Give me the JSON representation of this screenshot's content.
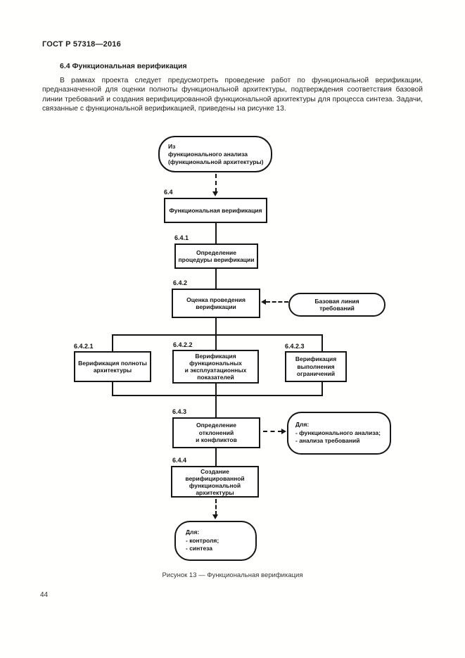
{
  "page": {
    "header": "ГОСТ Р 57318—2016",
    "section_heading": "6.4 Функциональная верификация",
    "paragraph": "В рамках проекта следует предусмотреть проведение работ по функциональной верификации, предназначенной для оценки полноты функциональной архитектуры, подтверждения соответствия базовой линии требований и создания верифицированной функциональной архитектуры для процесса синтеза. Задачи, связанные с функциональной верификацией, приведены на рисунке 13.",
    "figure_caption": "Рисунок 13 — Функциональная верификация",
    "page_number": "44"
  },
  "diagram": {
    "start_terminator": "Из\nфункционального анализа\n(функциональной архитектуры)",
    "n64": {
      "id": "6.4",
      "label": "Функциональная верификация"
    },
    "n641": {
      "id": "6.4.1",
      "label": "Определение\nпроцедуры верификации"
    },
    "n642": {
      "id": "6.4.2",
      "label": "Оценка проведения\nверификации"
    },
    "n6421": {
      "id": "6.4.2.1",
      "label": "Верификация полноты\nархитектуры"
    },
    "n6422": {
      "id": "6.4.2.2",
      "label": "Верификация\nфункциональных\nи эксплуатационных\nпоказателей"
    },
    "n6423": {
      "id": "6.4.2.3",
      "label": "Верификация\nвыполнения\nограничений"
    },
    "n643": {
      "id": "6.4.3",
      "label": "Определение\nотклонений\nи конфликтов"
    },
    "n644": {
      "id": "6.4.4",
      "label": "Создание\nверифицированной\nфункциональной\nархитектуры"
    },
    "baseline_terminator": "Базовая линия\nтребований",
    "for_analysis_terminator": "Для:\n- функционального анализа;\n- анализа требований",
    "end_terminator": "Для:\n- контроля;\n- синтеза",
    "line_color": "#161616"
  }
}
